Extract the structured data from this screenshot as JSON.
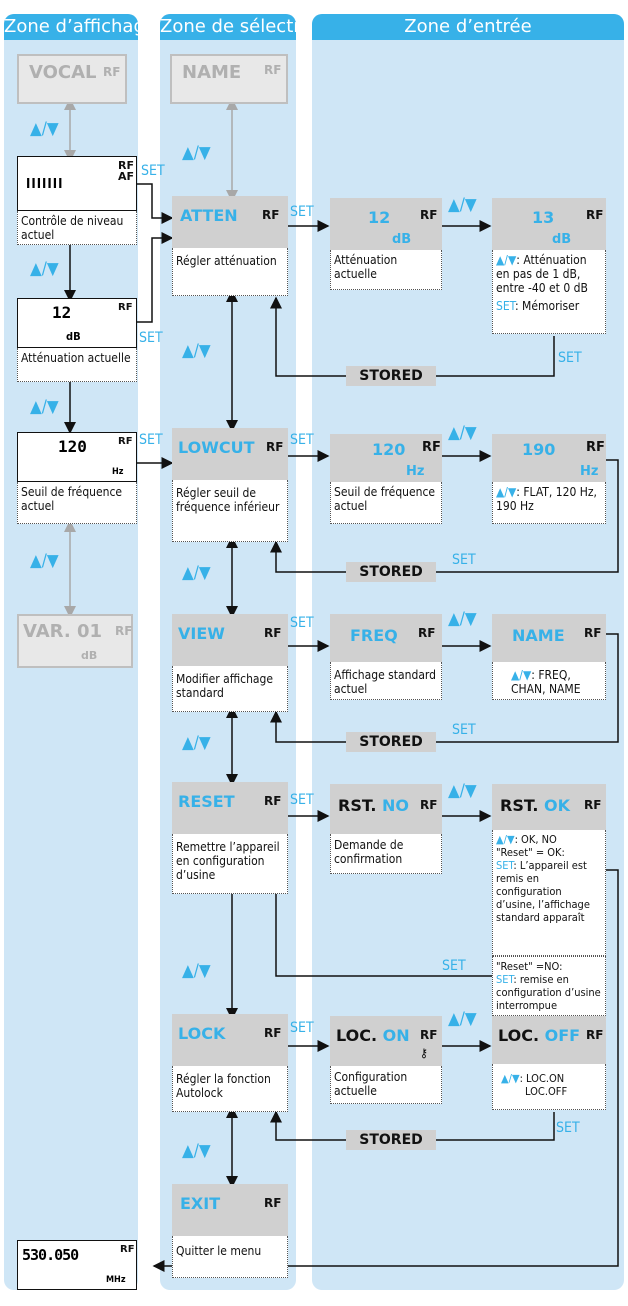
{
  "zones": {
    "display": "Zone d’affichage",
    "selection": "Zone de sélection",
    "input": "Zone d’entrée"
  },
  "display_zone": {
    "vocal": {
      "label": "VOCAL",
      "rf": "RF"
    },
    "level": {
      "bars": "IIIIIII",
      "rf": "RF",
      "af": "AF",
      "caption": "Contrôle de niveau actuel"
    },
    "atten": {
      "value": "12",
      "unit": "dB",
      "rf": "RF",
      "caption": "Atténuation actuelle"
    },
    "freq": {
      "value": "120",
      "unit": "Hz",
      "rf": "RF",
      "caption": "Seuil de fréquence actuel"
    },
    "var": {
      "label": "VAR. 01",
      "rf": "RF",
      "unit": "dB"
    },
    "mhz": {
      "value": "530.050",
      "rf": "RF",
      "unit": "MHz"
    }
  },
  "selection_zone": {
    "name": {
      "label": "NAME",
      "rf": "RF"
    },
    "items": [
      {
        "label": "ATTEN",
        "rf": "RF",
        "caption": "Régler atténuation"
      },
      {
        "label": "LOWCUT",
        "rf": "RF",
        "caption": "Régler seuil de fréquence inférieur"
      },
      {
        "label": "VIEW",
        "rf": "RF",
        "caption": "Modifier affichage standard"
      },
      {
        "label": "RESET",
        "rf": "RF",
        "caption": "Remettre l’appareil en configuration d’usine"
      },
      {
        "label": "LOCK",
        "rf": "RF",
        "caption": "Régler la fonction Autolock"
      },
      {
        "label": "EXIT",
        "rf": "RF",
        "caption": "Quitter le menu"
      }
    ]
  },
  "input_zone": {
    "atten_current": {
      "value": "12",
      "unit": "dB",
      "rf": "RF",
      "caption": "Atténuation actuelle"
    },
    "atten_new": {
      "value": "13",
      "unit": "dB",
      "rf": "RF",
      "hint": ": Atténuation en pas de 1 dB, entre -40 et 0 dB",
      "set_word": "SET",
      "set_text": ": Mémoriser"
    },
    "lowcut_current": {
      "value": "120",
      "unit": "Hz",
      "rf": "RF",
      "caption": "Seuil de fréquence actuel"
    },
    "lowcut_new": {
      "value": "190",
      "unit": "Hz",
      "rf": "RF",
      "hint": ": FLAT, 120 Hz, 190 Hz"
    },
    "view_current": {
      "value": "FREQ",
      "rf": "RF",
      "caption": "Affichage standard actuel"
    },
    "view_new": {
      "value": "NAME",
      "rf": "RF",
      "hint": ": FREQ, CHAN, NAME"
    },
    "reset_current": {
      "prefix": "RST.",
      "value": "NO",
      "rf": "RF",
      "caption": "Demande de confirmation"
    },
    "reset_new": {
      "prefix": "RST.",
      "value": "OK",
      "rf": "RF",
      "hint": ": OK, NO",
      "ok_line": "\"Reset\" = OK:",
      "ok_set": "SET",
      "ok_text": ": L’appareil est remis en configuration d’usine, l’affichage standard apparaît",
      "no_line": "\"Reset\" =NO:",
      "no_set": "SET",
      "no_text": ": remise en configuration d’usine interrompue"
    },
    "lock_current": {
      "prefix": "LOC.",
      "value": "ON",
      "rf": "RF",
      "caption": "Configuration actuelle"
    },
    "lock_new": {
      "prefix": "LOC.",
      "value": "OFF",
      "rf": "RF",
      "hint_a": ": LOC.ON",
      "hint_b": "LOC.OFF"
    }
  },
  "flow": {
    "set": "SET",
    "stored": "STORED",
    "updown_symbol": "▲/▼",
    "updown_small": "▲/▼"
  },
  "colors": {
    "accent": "#37b1e8",
    "zone_bg": "#cfe6f6",
    "box_gray": "#d0d0d0"
  }
}
